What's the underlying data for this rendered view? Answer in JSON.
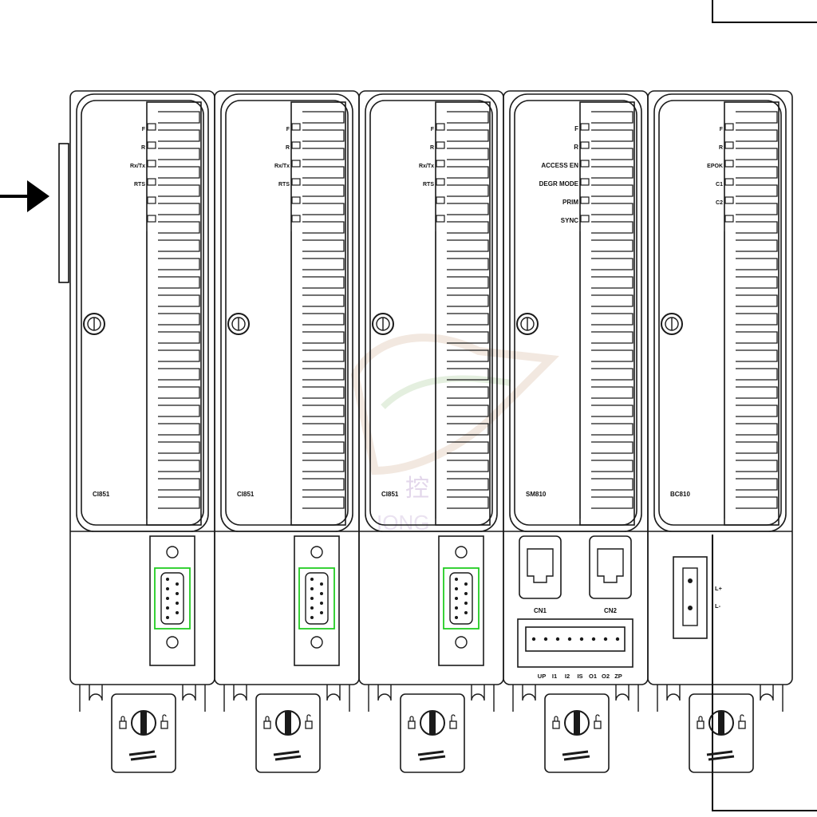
{
  "colors": {
    "line": "#1a1a1a",
    "connector_highlight": "#22cc22",
    "watermark": "#d8c7e6"
  },
  "watermark": {
    "line1": "控",
    "line2": "IONG"
  },
  "modules": [
    {
      "id": "ci854-1",
      "model_label": "CI851",
      "led_labels": [
        "F",
        "R",
        "Rx/Tx",
        "RTS",
        "",
        ""
      ],
      "port_type": "db9",
      "bottom_icons": [
        "padlock-closed-icon",
        "rotary-lock-icon",
        "padlock-open-icon"
      ]
    },
    {
      "id": "ci854-2",
      "model_label": "CI851",
      "led_labels": [
        "F",
        "R",
        "Rx/Tx",
        "RTS",
        "",
        ""
      ],
      "port_type": "db9",
      "bottom_icons": [
        "padlock-closed-icon",
        "rotary-lock-icon",
        "padlock-open-icon"
      ]
    },
    {
      "id": "ci854-3",
      "model_label": "CI851",
      "led_labels": [
        "F",
        "R",
        "Rx/Tx",
        "RTS",
        "",
        ""
      ],
      "port_type": "db9",
      "bottom_icons": [
        "padlock-closed-icon",
        "rotary-lock-icon",
        "padlock-open-icon"
      ]
    },
    {
      "id": "sm810",
      "model_label": "SM810",
      "led_labels": [
        "F",
        "R",
        "ACCESS EN",
        "DEGR MODE",
        "PRIM",
        "SYNC"
      ],
      "port_type": "rj45-pair",
      "port_labels": [
        "CN1",
        "CN2"
      ],
      "terminal_labels": [
        "UP",
        "I1",
        "I2",
        "IS",
        "O1",
        "O2",
        "ZP"
      ],
      "bottom_icons": [
        "padlock-closed-icon",
        "rotary-lock-icon",
        "padlock-open-icon"
      ]
    },
    {
      "id": "bc810",
      "model_label": "BC810",
      "led_labels": [
        "F",
        "R",
        "EPOK",
        "C1",
        "C2",
        ""
      ],
      "port_type": "power",
      "power_labels": [
        "L+",
        "L-"
      ],
      "bottom_icons": [
        "padlock-closed-icon",
        "rotary-lock-icon",
        "padlock-open-icon"
      ]
    }
  ]
}
